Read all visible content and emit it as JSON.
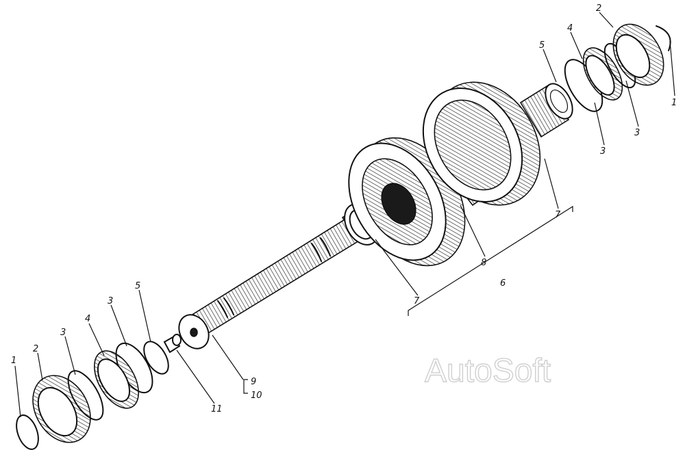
{
  "labels": {
    "l1_left": "1",
    "l2_left": "2",
    "l3_left_a": "3",
    "l4_left": "4",
    "l3_left_b": "3",
    "l5_left": "5",
    "l11": "11",
    "l9": "9",
    "l10": "10",
    "l7_lower": "7",
    "l8": "8",
    "l6": "6",
    "l7_upper": "7",
    "l5_right": "5",
    "l4_right": "4",
    "l2_right": "2",
    "l1_right": "1",
    "l3_right_a": "3",
    "l3_right_b": "3"
  },
  "watermark": "AutoSoft"
}
